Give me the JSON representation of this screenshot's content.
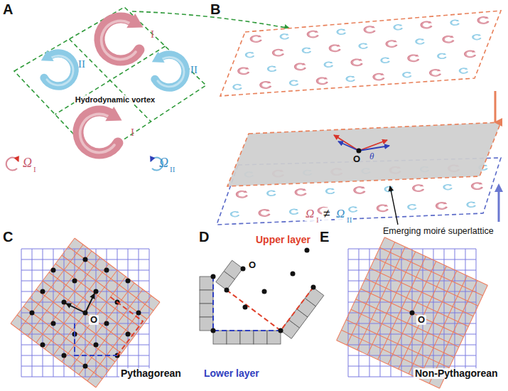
{
  "diagram": {
    "labels": [
      "A",
      "B",
      "C",
      "D",
      "E",
      "I",
      "II",
      "Hydrodynamic vortex",
      "II",
      "I",
      "Ω",
      "I",
      "Ω",
      "II",
      "O",
      "θ",
      "Ω",
      "I",
      "≠",
      "Ω",
      "II",
      "Emerging moiré superlattice",
      "O",
      "Pythagorean",
      "Upper layer",
      "O",
      "Lower layer",
      "O",
      "Non-Pythagorean"
    ]
  }
}
